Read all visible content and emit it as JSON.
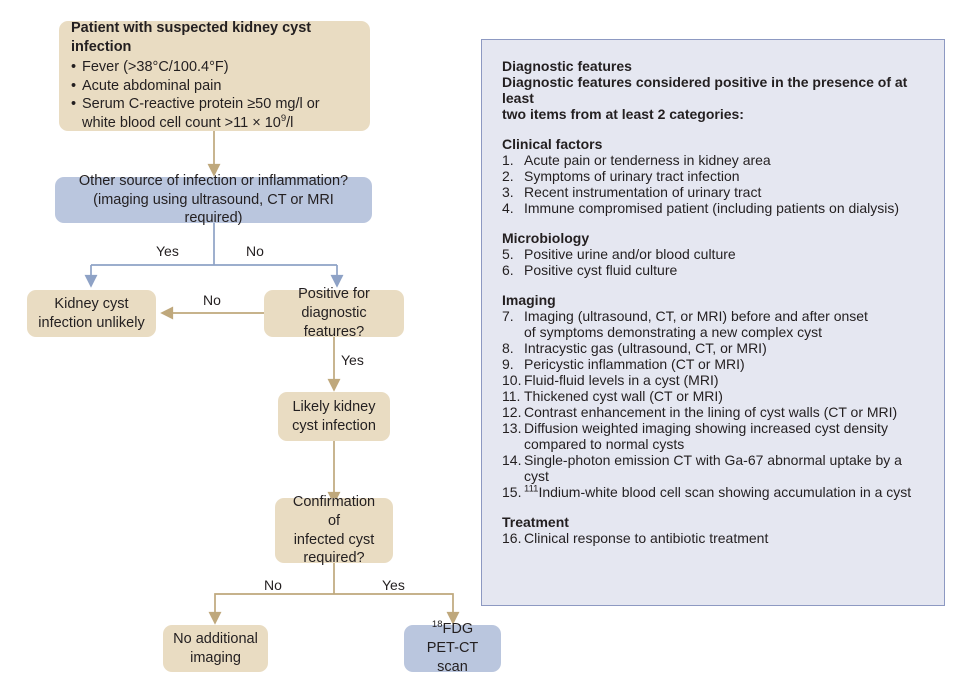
{
  "colors": {
    "tan_fill": "#e9dcc2",
    "blue_fill": "#bac6de",
    "tan_line": "#bfa87c",
    "blue_line": "#8ea2c6",
    "panel_fill": "#e5e7f1",
    "panel_border": "#8d99c2",
    "text": "#231f20"
  },
  "flow": {
    "start_box": {
      "title": "Patient with suspected kidney cyst infection",
      "bullets": [
        "Fever (>38°C/100.4°F)",
        "Acute abdominal pain",
        "Serum C-reactive protein ≥50 mg/l or"
      ],
      "bullet3_continuation": "white blood cell count >11 × 10⁹/l"
    },
    "other_source_box": {
      "line1": "Other source of infection or inflammation?",
      "line2": "(imaging using ultrasound, CT or MRI required)"
    },
    "unlikely_box": {
      "line1": "Kidney cyst",
      "line2": "infection unlikely"
    },
    "positive_box": {
      "line1": "Positive for",
      "line2": "diagnostic features?"
    },
    "likely_box": {
      "line1": "Likely kidney",
      "line2": "cyst infection"
    },
    "confirmation_box": {
      "line1": "Confirmation of",
      "line2": "infected cyst",
      "line3": "required?"
    },
    "no_imaging_box": {
      "line1": "No additional",
      "line2": "imaging"
    },
    "pet_box": {
      "line1_sup": "18",
      "line1": "FDG",
      "line2": "PET-CT scan"
    },
    "labels": {
      "yes_left": "Yes",
      "no_right": "No",
      "no_to_unlikely": "No",
      "yes_to_likely": "Yes",
      "no_bottom": "No",
      "yes_bottom": "Yes"
    }
  },
  "panel": {
    "heading": "Diagnostic features",
    "subheading_line1": "Diagnostic features considered positive in the presence of at least",
    "subheading_line2": "two items from at least 2 categories:",
    "sections": [
      {
        "title": "Clinical factors",
        "items": [
          {
            "n": "1.",
            "text": "Acute pain or tenderness in kidney area"
          },
          {
            "n": "2.",
            "text": "Symptoms of urinary tract infection"
          },
          {
            "n": "3.",
            "text": "Recent instrumentation of urinary tract"
          },
          {
            "n": "4.",
            "text": "Immune compromised patient (including patients on dialysis)"
          }
        ]
      },
      {
        "title": "Microbiology",
        "items": [
          {
            "n": "5.",
            "text": "Positive urine and/or blood culture"
          },
          {
            "n": "6.",
            "text": "Positive cyst fluid culture"
          }
        ]
      },
      {
        "title": "Imaging",
        "items": [
          {
            "n": "7.",
            "text": "Imaging (ultrasound, CT, or MRI) before and after onset",
            "cont": "of symptoms demonstrating a new complex cyst"
          },
          {
            "n": "8.",
            "text": "Intracystic gas (ultrasound, CT, or MRI)"
          },
          {
            "n": "9.",
            "text": "Pericystic inflammation (CT or MRI)"
          },
          {
            "n": "10.",
            "text": "Fluid-fluid levels in a cyst (MRI)"
          },
          {
            "n": "11.",
            "text": "Thickened cyst wall (CT or MRI)"
          },
          {
            "n": "12.",
            "text": "Contrast enhancement in the lining of cyst walls (CT or MRI)"
          },
          {
            "n": "13.",
            "text": "Diffusion weighted imaging showing increased cyst density",
            "cont": "compared to normal cysts"
          },
          {
            "n": "14.",
            "text": "Single-photon emission CT with Ga-67 abnormal uptake by a cyst"
          },
          {
            "n": "15.",
            "sup": "111",
            "text": "Indium-white blood cell scan showing accumulation in a cyst"
          }
        ]
      },
      {
        "title": "Treatment",
        "items": [
          {
            "n": "16.",
            "text": "Clinical response to antibiotic treatment"
          }
        ]
      }
    ]
  }
}
